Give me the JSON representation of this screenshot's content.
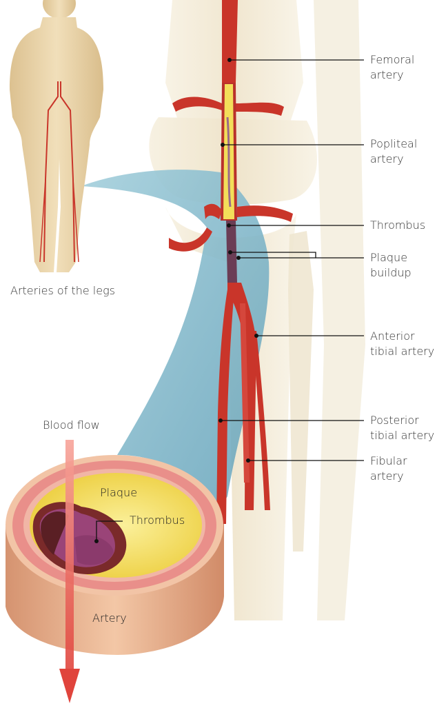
{
  "labels": {
    "femoral": {
      "line1": "Femoral",
      "line2": "artery"
    },
    "popliteal": {
      "line1": "Popliteal",
      "line2": "artery"
    },
    "thrombus": "Thrombus",
    "plaque_buildup": {
      "line1": "Plaque",
      "line2": "buildup"
    },
    "anterior_tibial": {
      "line1": "Anterior",
      "line2": "tibial artery"
    },
    "posterior_tibial": {
      "line1": "Posterior",
      "line2": "tibial artery"
    },
    "fibular": {
      "line1": "Fibular",
      "line2": "artery"
    },
    "arteries_of_legs": "Arteries of the legs",
    "blood_flow": "Blood flow",
    "cross_plaque": "Plaque",
    "cross_thrombus": "Thrombus",
    "cross_artery": "Artery"
  },
  "colors": {
    "artery_red": "#c9352a",
    "plaque_yellow": "#f3de5a",
    "thrombus_purple": "#9a4478",
    "bone": "#f1e8d4",
    "skin": "#e9d2a8",
    "magnifier_blue": "#7fb5c9",
    "vessel_wall_pink": "#e98f8a"
  }
}
